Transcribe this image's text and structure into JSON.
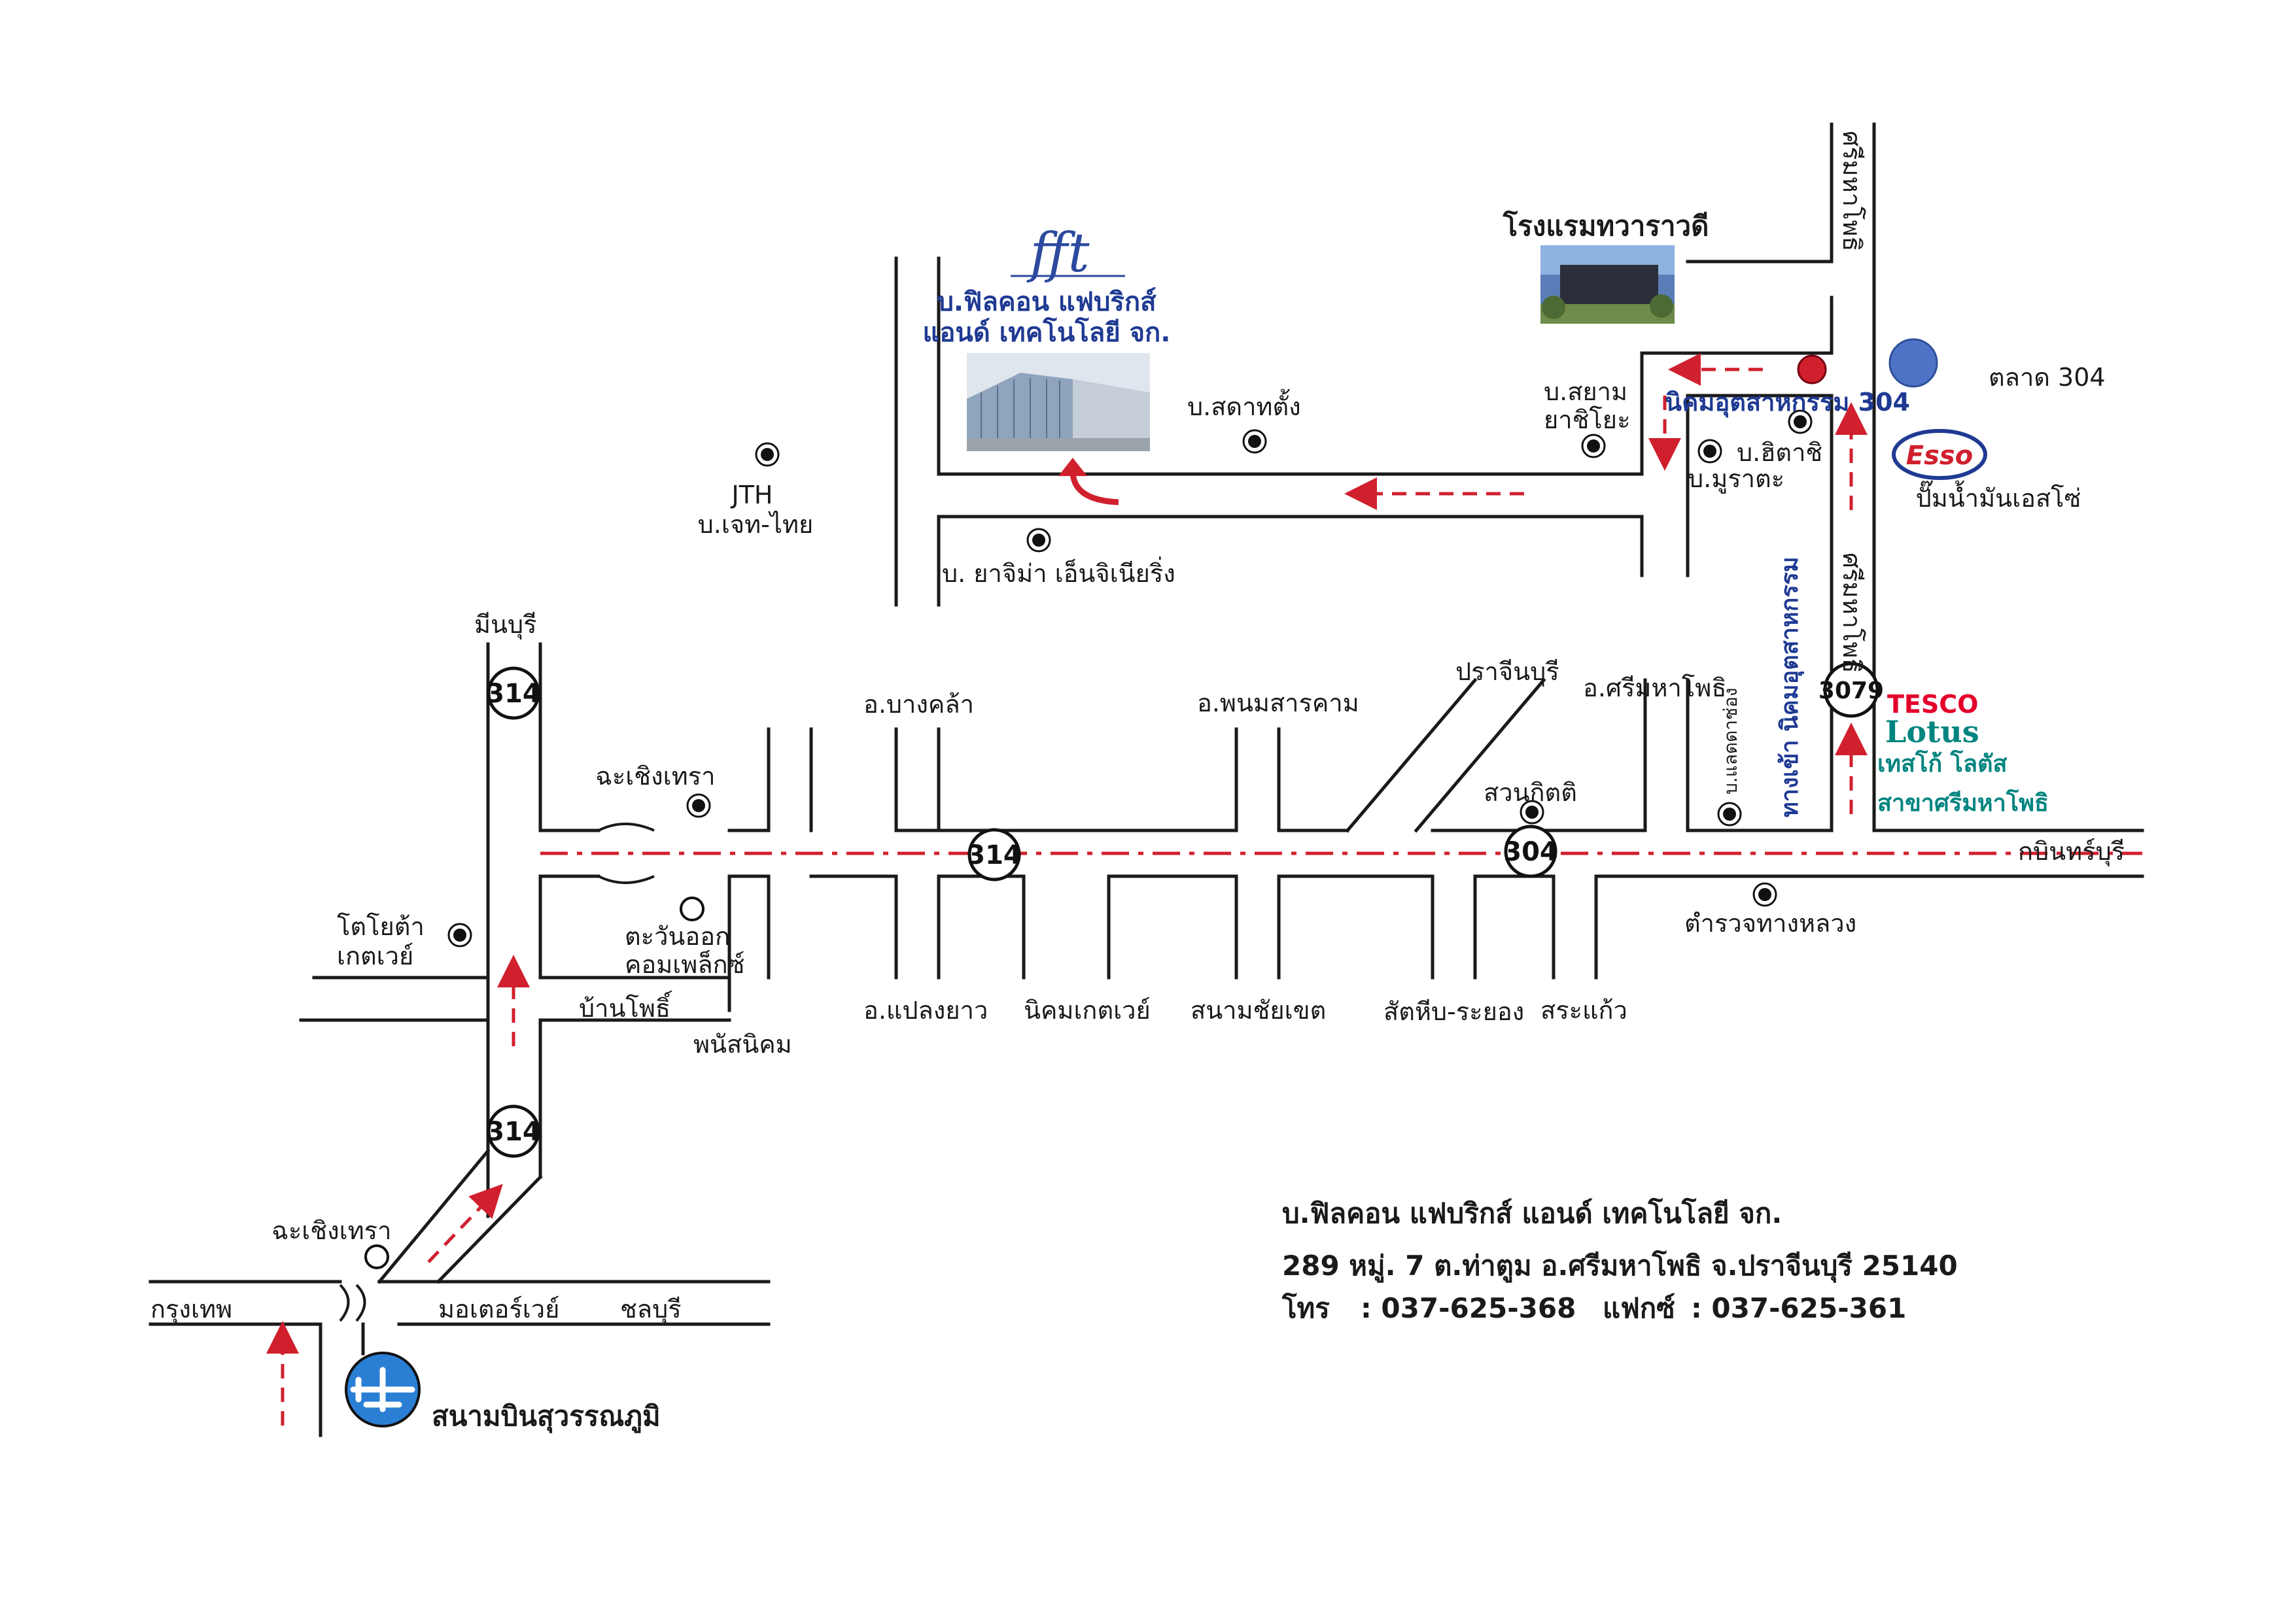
{
  "company": {
    "logo_text": "fft",
    "name_line1": "บ.ฟิลคอน แฟบริกส์",
    "name_line2": "แอนด์ เทคโนโลยี จก."
  },
  "labels": {
    "hotel": "โรงแรมทวาราวดี",
    "market": "ตลาด 304",
    "esso_logo": "Esso",
    "esso": "ปั๊มน้ำมันเอสโซ่",
    "tesco_top": "TESCO",
    "tesco_lotus": "Lotus",
    "tesco_thai": "เทสโก้ โลตัส",
    "tesco_branch": "สาขาศรีมหาโพธิ",
    "siam_yachiyo_1": "บ.สยาม",
    "siam_yachiyo_2": "ยาชิโยะ",
    "estate_304": "นิคมอุตสาหกรรม 304",
    "hitachi": "บ.ฮิตาชิ",
    "murata": "บ.มูราตะ",
    "sadatang": "บ.สดาทตั้ง",
    "jth_1": "JTH",
    "jth_2": "บ.เจท-ไทย",
    "yajima": "บ. ยาจิม่า เอ็นจิเนียริ่ง",
    "srimahaphot_road_top": "ศรีมหาโพธิ",
    "srimahaphot_road_mid": "ศรีมหาโพธิ",
    "estate_entrance": "ทางเข้า นิคมอุตสาหกรรม",
    "lat_ya_village": "บ.แลดดาช่อง",
    "minburi": "มีนบุรี",
    "chachoengsao_top": "ฉะเชิงเทรา",
    "bang_khla": "อ.บางคล้า",
    "phanom_sarakham": "อ.พนมสารคาม",
    "prachinburi": "ปราจีนบุรี",
    "srimahaphot_district": "อ.ศรีมหาโพธิ",
    "suan_kitti": "สวนกิตติ",
    "kabinburi": "กบินทร์บุรี",
    "toyota_1": "โตโยต้า",
    "toyota_2": "เกตเวย์",
    "tawan_ok_1": "ตะวันออก",
    "tawan_ok_2": "คอมเพล็กซ์",
    "highway_police": "ตำรวจทางหลวง",
    "ban_pho": "บ้านโพธิ์",
    "phanat_nikhom": "พนัสนิคม",
    "plaeng_yao": "อ.แปลงยาว",
    "nikhom_gateway": "นิคมเกตเวย์",
    "sanam_chai_khet": "สนามชัยเขต",
    "sattahip_rayong": "สัตหีบ-ระยอง",
    "sa_kaeo": "สระแก้ว",
    "chachoengsao_bottom": "ฉะเชิงเทรา",
    "bangkok": "กรุงเทพ",
    "motorway": "มอเตอร์เวย์",
    "chonburi": "ชลบุรี",
    "airport": "สนามบินสุวรรณภูมิ"
  },
  "shields": {
    "r314_top": "314",
    "r314_mid": "314",
    "r314_low": "314",
    "r304": "304",
    "r3079": "3079"
  },
  "address": {
    "company": "บ.ฟิลคอน แฟบริกส์ แอนด์ เทคโนโลยี จก.",
    "line": "289 หมู่. 7 ต.ท่าตูม อ.ศรีมหาโพธิ จ.ปราจีนบุรี 25140",
    "phone_label": "โทร",
    "phone": ":   037-625-368",
    "fax_label": "แฟกซ์",
    "fax": ":   037-625-361"
  },
  "colors": {
    "road": "#1a1a1a",
    "route_arrow": "#d0202e",
    "company_text": "#1f3a93",
    "tesco_red": "#e4002b",
    "tesco_teal": "#00847f",
    "market_dot": "#4f74c7"
  }
}
